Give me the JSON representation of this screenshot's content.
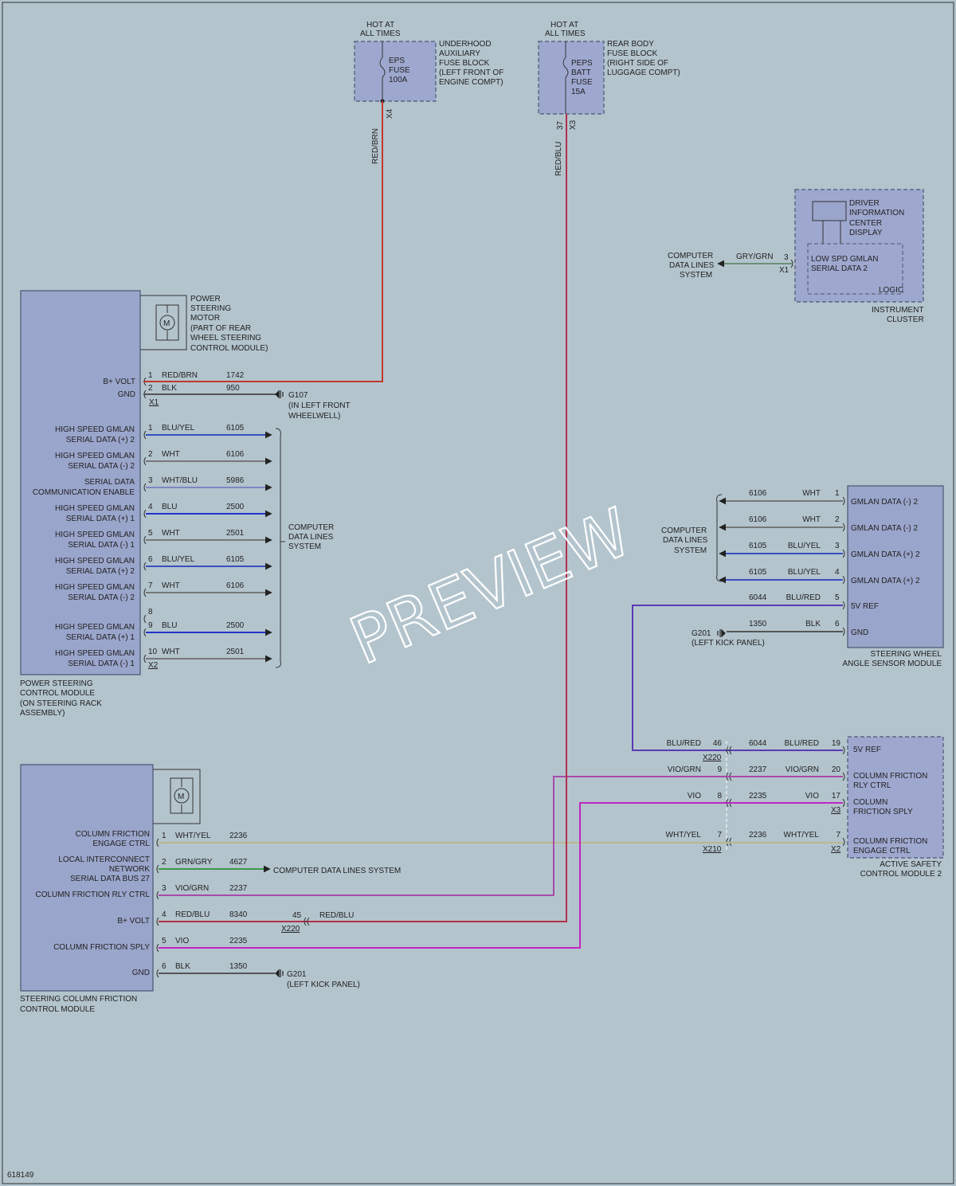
{
  "figure_id": "618149",
  "watermark": "PREVIEW",
  "colors": {
    "background": "#b3c4cd",
    "module_fill": "#9aa5cb",
    "red_brn": "#c0392b",
    "red_blu": "#b3304a",
    "blk": "#555555",
    "blu_yel": "#3a4fbf",
    "wht": "#777777",
    "wht_blu": "#7f86c2",
    "blu": "#2233cc",
    "grn_gry": "#3a9a48",
    "gry_grn": "#6b9075",
    "vio_grn": "#a84aa8",
    "vio": "#c026c0",
    "wht_yel": "#b8b88a",
    "blu_red": "#5a3ab5"
  },
  "fuse_underhood": {
    "hot": [
      "HOT AT",
      "ALL TIMES"
    ],
    "fuse": [
      "EPS",
      "FUSE",
      "100A"
    ],
    "block": [
      "UNDERHOOD",
      "AUXILIARY",
      "FUSE BLOCK",
      "(LEFT FRONT OF",
      "ENGINE COMPT)"
    ],
    "connector": "X4",
    "wire_color": "RED/BRN"
  },
  "fuse_rear": {
    "hot": [
      "HOT AT",
      "ALL TIMES"
    ],
    "fuse": [
      "PEPS",
      "BATT",
      "FUSE",
      "15A"
    ],
    "block": [
      "REAR BODY",
      "FUSE BLOCK",
      "(RIGHT SIDE OF",
      "LUGGAGE COMPT)"
    ],
    "pin": "37",
    "connector": "X3",
    "wire_color": "RED/BLU"
  },
  "instrument_cluster": {
    "display": [
      "DRIVER",
      "INFORMATION",
      "CENTER",
      "DISPLAY"
    ],
    "serial": [
      "LOW SPD GMLAN",
      "SERIAL DATA 2"
    ],
    "logic": "LOGIC",
    "name": [
      "INSTRUMENT",
      "CLUSTER"
    ],
    "pin": "3",
    "connector": "X1",
    "wire_color": "GRY/GRN",
    "dest": [
      "COMPUTER",
      "DATA LINES",
      "SYSTEM"
    ]
  },
  "pscm": {
    "motor_symbol": "M",
    "motor_label": [
      "POWER",
      "STEERING",
      "MOTOR",
      "(PART OF REAR",
      "WHEEL STEERING",
      "CONTROL MODULE)"
    ],
    "name": [
      "POWER STEERING",
      "CONTROL MODULE",
      "(ON STEERING RACK",
      "ASSEMBLY)"
    ],
    "x1_connector": "X1",
    "x2_connector": "X2",
    "x1_pins": [
      {
        "label": [
          "B+ VOLT"
        ],
        "pin": "1",
        "color": "RED/BRN",
        "circuit": "1742"
      },
      {
        "label": [
          "GND"
        ],
        "pin": "2",
        "color": "BLK",
        "circuit": "950"
      }
    ],
    "ground": [
      "G107",
      "(IN LEFT FRONT",
      "WHEELWELL)"
    ],
    "x2_pins": [
      {
        "label": [
          "HIGH SPEED GMLAN",
          "SERIAL DATA (+) 2"
        ],
        "pin": "1",
        "color": "BLU/YEL",
        "circuit": "6105"
      },
      {
        "label": [
          "HIGH SPEED GMLAN",
          "SERIAL DATA (-) 2"
        ],
        "pin": "2",
        "color": "WHT",
        "circuit": "6106"
      },
      {
        "label": [
          "SERIAL DATA",
          "COMMUNICATION ENABLE"
        ],
        "pin": "3",
        "color": "WHT/BLU",
        "circuit": "5986"
      },
      {
        "label": [
          "HIGH SPEED GMLAN",
          "SERIAL DATA (+) 1"
        ],
        "pin": "4",
        "color": "BLU",
        "circuit": "2500"
      },
      {
        "label": [
          "HIGH SPEED GMLAN",
          "SERIAL DATA (-) 1"
        ],
        "pin": "5",
        "color": "WHT",
        "circuit": "2501"
      },
      {
        "label": [
          "HIGH SPEED GMLAN",
          "SERIAL DATA (+) 2"
        ],
        "pin": "6",
        "color": "BLU/YEL",
        "circuit": "6105"
      },
      {
        "label": [
          "HIGH SPEED GMLAN",
          "SERIAL DATA (-) 2"
        ],
        "pin": "7",
        "color": "WHT",
        "circuit": "6106"
      },
      {
        "label": [],
        "pin": "8",
        "color": "",
        "circuit": ""
      },
      {
        "label": [
          "HIGH SPEED GMLAN",
          "SERIAL DATA (+) 1"
        ],
        "pin": "9",
        "color": "BLU",
        "circuit": "2500"
      },
      {
        "label": [
          "HIGH SPEED GMLAN",
          "SERIAL DATA (-) 1"
        ],
        "pin": "10",
        "color": "WHT",
        "circuit": "2501"
      }
    ],
    "data_dest": [
      "COMPUTER",
      "DATA LINES",
      "SYSTEM"
    ]
  },
  "swas": {
    "name": [
      "STEERING WHEEL",
      "ANGLE SENSOR MODULE"
    ],
    "dest": [
      "COMPUTER",
      "DATA LINES",
      "SYSTEM"
    ],
    "pins": [
      {
        "label": "GMLAN DATA (-) 2",
        "pin": "1",
        "color": "WHT",
        "circuit": "6106"
      },
      {
        "label": "GMLAN DATA (-) 2",
        "pin": "2",
        "color": "WHT",
        "circuit": "6106"
      },
      {
        "label": "GMLAN DATA (+) 2",
        "pin": "3",
        "color": "BLU/YEL",
        "circuit": "6105"
      },
      {
        "label": "GMLAN DATA (+) 2",
        "pin": "4",
        "color": "BLU/YEL",
        "circuit": "6105"
      },
      {
        "label": "5V REF",
        "pin": "5",
        "color": "BLU/RED",
        "circuit": "6044"
      },
      {
        "label": "GND",
        "pin": "6",
        "color": "BLK",
        "circuit": "1350"
      }
    ],
    "ground": [
      "G201",
      "(LEFT KICK PANEL)"
    ]
  },
  "ascm2": {
    "name": [
      "ACTIVE SAFETY",
      "CONTROL MODULE 2"
    ],
    "x3_connector": "X3",
    "x2_connector": "X2",
    "pins": [
      {
        "label": [
          "5V REF"
        ],
        "pin": "19",
        "color": "BLU/RED",
        "circuit": "6044"
      },
      {
        "label": [
          "COLUMN FRICTION",
          "RLY CTRL"
        ],
        "pin": "20",
        "color": "VIO/GRN",
        "circuit": "2237"
      },
      {
        "label": [
          "COLUMN",
          "FRICTION SPLY"
        ],
        "pin": "17",
        "color": "VIO",
        "circuit": "2235"
      },
      {
        "label": [
          "COLUMN FRICTION",
          "ENGAGE CTRL"
        ],
        "pin": "7",
        "color": "WHT/YEL",
        "circuit": "2236"
      }
    ],
    "inline": [
      {
        "pin": "46",
        "color": "BLU/RED",
        "connector": "X220"
      },
      {
        "pin": "9",
        "color": "VIO/GRN",
        "connector": ""
      },
      {
        "pin": "8",
        "color": "VIO",
        "connector": ""
      },
      {
        "pin": "7",
        "color": "WHT/YEL",
        "connector": "X210"
      }
    ]
  },
  "scfcm": {
    "motor_symbol": "M",
    "name": [
      "STEERING COLUMN FRICTION",
      "CONTROL MODULE"
    ],
    "pins": [
      {
        "label": [
          "COLUMN FRICTION",
          "ENGAGE CTRL"
        ],
        "pin": "1",
        "color": "WHT/YEL",
        "circuit": "2236"
      },
      {
        "label": [
          "LOCAL INTERCONNECT",
          "NETWORK",
          "SERIAL DATA BUS 27"
        ],
        "pin": "2",
        "color": "GRN/GRY",
        "circuit": "4627"
      },
      {
        "label": [
          "COLUMN FRICTION RLY CTRL"
        ],
        "pin": "3",
        "color": "VIO/GRN",
        "circuit": "2237"
      },
      {
        "label": [
          "B+ VOLT"
        ],
        "pin": "4",
        "color": "RED/BLU",
        "circuit": "8340"
      },
      {
        "label": [
          "COLUMN FRICTION SPLY"
        ],
        "pin": "5",
        "color": "VIO",
        "circuit": "2235"
      },
      {
        "label": [
          "GND"
        ],
        "pin": "6",
        "color": "BLK",
        "circuit": "1350"
      }
    ],
    "lin_dest": "COMPUTER DATA LINES SYSTEM",
    "inline_bplus": {
      "pin": "45",
      "color": "RED/BLU",
      "connector": "X220"
    },
    "ground": [
      "G201",
      "(LEFT KICK PANEL)"
    ]
  }
}
